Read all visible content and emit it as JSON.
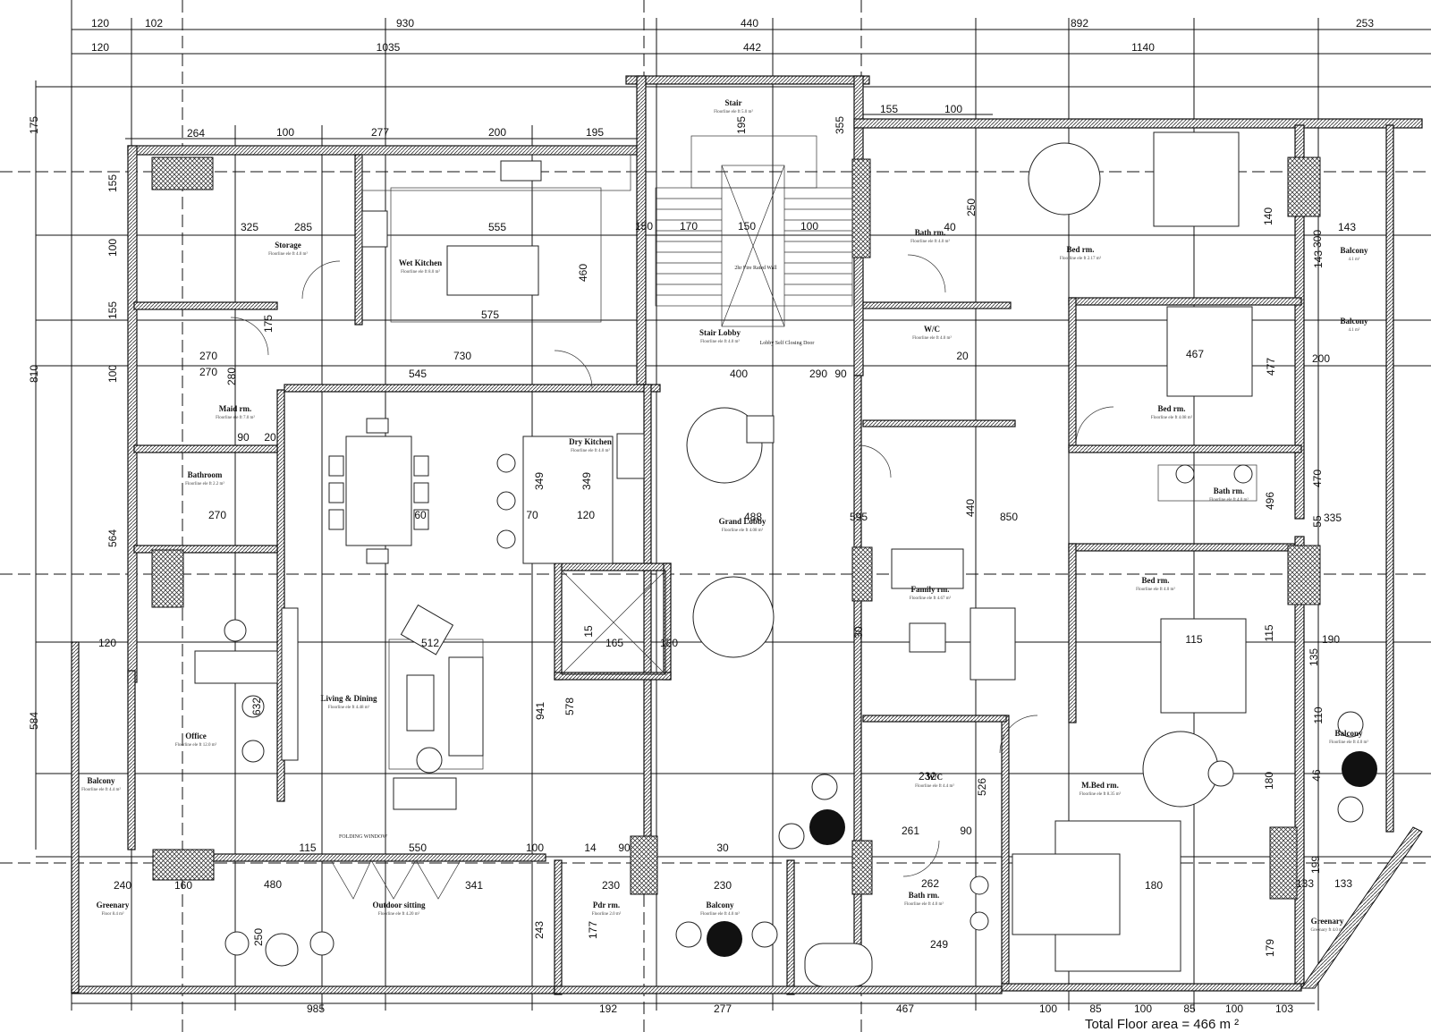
{
  "title": "",
  "total_area_text": "Total Floor area = 466 m ²",
  "dims_top_row1": [
    "120",
    "102",
    "930",
    "440",
    "892",
    "253"
  ],
  "dims_top_row2": [
    "120",
    "1035",
    "442",
    "1140"
  ],
  "dims_inner_top": [
    "264",
    "100",
    "277",
    "200",
    "195"
  ],
  "dims_inner_top_right": [
    "155",
    "100"
  ],
  "dims_left": [
    "175",
    "155",
    "100",
    "155",
    "100",
    "810",
    "564",
    "584"
  ],
  "dims_bottom": [
    "985",
    "192",
    "277",
    "467",
    "100",
    "85",
    "100",
    "85",
    "100",
    "103"
  ],
  "dims_misc": [
    "325",
    "285",
    "555",
    "460",
    "575",
    "730",
    "545",
    "270",
    "270",
    "280",
    "90",
    "20",
    "270",
    "349",
    "349",
    "70",
    "120",
    "60",
    "488",
    "400",
    "290",
    "90",
    "20",
    "440",
    "850",
    "595",
    "15",
    "165",
    "180",
    "30",
    "941",
    "578",
    "632",
    "512",
    "550",
    "341",
    "480",
    "240",
    "160",
    "120",
    "115",
    "100",
    "14",
    "90",
    "30",
    "230",
    "230",
    "177",
    "243",
    "250",
    "262",
    "249",
    "180",
    "526",
    "232",
    "261",
    "90",
    "115",
    "467",
    "477",
    "300",
    "200",
    "143",
    "143",
    "140",
    "335",
    "496",
    "470",
    "55",
    "115",
    "135",
    "190",
    "133",
    "133",
    "110",
    "46",
    "180",
    "199",
    "179",
    "170",
    "150",
    "100",
    "150",
    "40",
    "250",
    "355",
    "195",
    "175",
    "40"
  ],
  "rooms": [
    {
      "name": "Storage",
      "sub": "Floorline ele ft 4.0 m²"
    },
    {
      "name": "Wet Kitchen",
      "sub": "Floorline ele ft 8.0 m²"
    },
    {
      "name": "Maid rm.",
      "sub": "Floorline ele ft 7.0 m²"
    },
    {
      "name": "Bathroom",
      "sub": "Floorline ele ft 2.2 m²"
    },
    {
      "name": "Office",
      "sub": "Floorline ele ft 12.0 m²"
    },
    {
      "name": "Balcony",
      "sub": "Floorline ele ft 4.4 m²"
    },
    {
      "name": "Greenary",
      "sub": "Floor 8.4 m²"
    },
    {
      "name": "Living & Dining",
      "sub": "Floorline ele ft 4.48 m²"
    },
    {
      "name": "Dry Kitchen",
      "sub": "Floorline ele ft 4.0 m²"
    },
    {
      "name": "Outdoor sitting",
      "sub": "Floorline ele ft 4.20 m²"
    },
    {
      "name": "Pdr rm.",
      "sub": "Floorline 2.0 m²"
    },
    {
      "name": "Balcony",
      "sub": "Floorline ele ft 4.0 m²"
    },
    {
      "name": "Stair",
      "sub": "Floorline ele ft 5.0 m²"
    },
    {
      "name": "Stair Lobby",
      "sub": "Floorline ele ft 4.0 m²"
    },
    {
      "name": "Grand Lobby",
      "sub": "Floorline ele ft 4.08 m²"
    },
    {
      "name": "Bath rm.",
      "sub": "Floorline ele ft 4.0 m²"
    },
    {
      "name": "W/C",
      "sub": "Floorline ele ft 4.0 m²"
    },
    {
      "name": "Bed rm.",
      "sub": "Floorline ele ft 2.17 m²"
    },
    {
      "name": "Bed rm.",
      "sub": "Floorline ele ft 4.08 m²"
    },
    {
      "name": "Balcony",
      "sub": "4.1 m²"
    },
    {
      "name": "Balcony",
      "sub": "4.1 m²"
    },
    {
      "name": "Bath rm.",
      "sub": "Floorline ele ft 4.0 m²"
    },
    {
      "name": "Family rm.",
      "sub": "Floorline ele ft 4.67 m²"
    },
    {
      "name": "Bed rm.",
      "sub": "Floorline ele ft 4.0 m²"
    },
    {
      "name": "W/C",
      "sub": "Floorline ele ft 4.4 m²"
    },
    {
      "name": "M.Bed rm.",
      "sub": "Floorline ele ft 8.35 m²"
    },
    {
      "name": "Bath rm.",
      "sub": "Floorline ele ft 4.0 m²"
    },
    {
      "name": "Balcony",
      "sub": "Floorline ele ft 4.0 m²"
    },
    {
      "name": "Greenary",
      "sub": "Greenary ft 4.0 m²"
    }
  ],
  "notes": {
    "folding_window": "FOLDING WINDOW",
    "stair_note": "Lobby Self Closing Door",
    "fire_door": "2hr Fire Rated Wall"
  }
}
